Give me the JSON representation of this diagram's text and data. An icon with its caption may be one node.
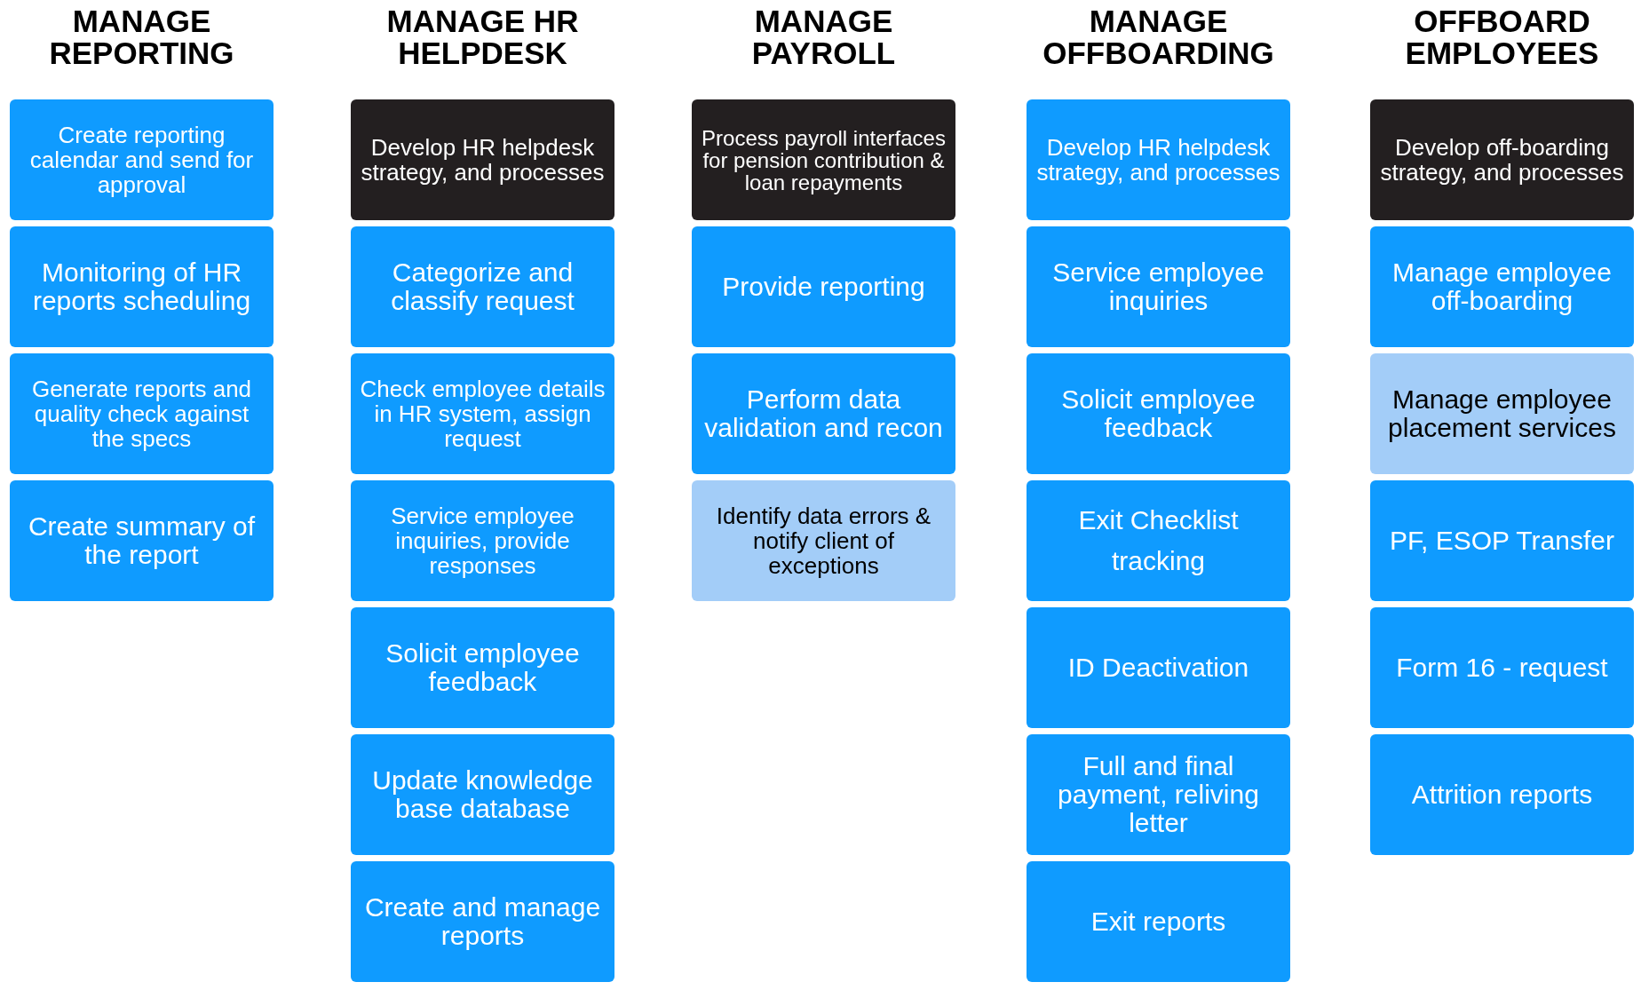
{
  "diagram": {
    "nodes": [
      {
        "text": [
          "Create reporting calendar and send for approval"
        ]
      },
      {
        "text": [
          "Monitoring of HR reports scheduling"
        ]
      },
      {
        "text": [
          "Generate reports and quality check against the specs"
        ]
      },
      {
        "text": [
          "Create summary of the report"
        ]
      },
      {
        "text": [
          "Develop HR helpdesk strategy, and processes"
        ]
      },
      {
        "text": [
          "Categorize and classify request"
        ]
      },
      {
        "text": [
          "Check employee details in HR system, assign request"
        ]
      },
      {
        "text": [
          "Service employee inquiries, provide responses"
        ]
      },
      {
        "text": [
          "Solicit employee feedback"
        ]
      },
      {
        "text": [
          "Update knowledge base database"
        ]
      },
      {
        "text": [
          "Create and manage reports"
        ]
      },
      {
        "text": [
          "Process payroll interfaces for pension contribution & loan repayments"
        ]
      },
      {
        "text": [
          "Provide reporting"
        ]
      },
      {
        "text": [
          "Perform data validation and recon"
        ]
      },
      {
        "text": [
          "Identify data errors & notify client of exceptions"
        ]
      },
      {
        "text": [
          "Develop HR helpdesk strategy, and processes"
        ]
      },
      {
        "text": [
          "Service employee inquiries"
        ]
      },
      {
        "text": [
          "Solicit employee feedback"
        ]
      },
      {
        "text": [
          "Exit Checklist tracking"
        ]
      },
      {
        "text": [
          "ID Deactivation"
        ]
      },
      {
        "text": [
          "Full and final payment, reliving letter"
        ]
      },
      {
        "text": [
          "Exit reports"
        ]
      },
      {
        "text": [
          "Develop off-boarding strategy, and processes"
        ]
      },
      {
        "text": [
          "Manage employee off-boarding"
        ]
      },
      {
        "text": [
          "Manage employee placement services"
        ]
      },
      {
        "text": [
          "PF, ESOP Transfer"
        ]
      },
      {
        "text": [
          "Form 16 - request"
        ]
      },
      {
        "text": [
          "Attrition reports"
        ]
      }
    ],
    "labels": [
      "MANAGE REPORTING",
      "MANAGE HR HELPDESK",
      "MANAGE PAYROLL",
      "MANAGE OFFBOARDING",
      "OFFBOARD EMPLOYEES"
    ]
  }
}
